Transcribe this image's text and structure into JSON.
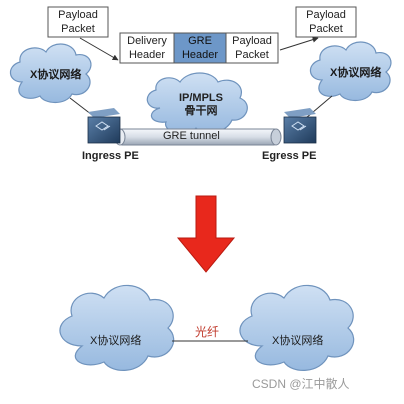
{
  "top": {
    "payload_left": [
      "Payload",
      "Packet"
    ],
    "payload_right": [
      "Payload",
      "Packet"
    ],
    "packet": {
      "delivery": [
        "Delivery",
        "Header"
      ],
      "gre": [
        "GRE",
        "Header"
      ],
      "payload": [
        "Payload",
        "Packet"
      ]
    },
    "backbone": [
      "IP/MPLS",
      "骨干网"
    ],
    "tunnel": "GRE tunnel",
    "cloud_left": "X协议网络",
    "cloud_right": "X协议网络",
    "ingress": "Ingress PE",
    "egress": "Egress PE"
  },
  "bottom": {
    "cloud_left": "X协议网络",
    "cloud_right": "X协议网络",
    "link": "光纤"
  },
  "watermark": "CSDN @江中散人",
  "colors": {
    "cloud": "#a9c8e8",
    "cloud_stroke": "#6f93bd",
    "gre_box": "#6d97c8",
    "arrow": "#e8281c",
    "fiber": "#c0392b"
  }
}
